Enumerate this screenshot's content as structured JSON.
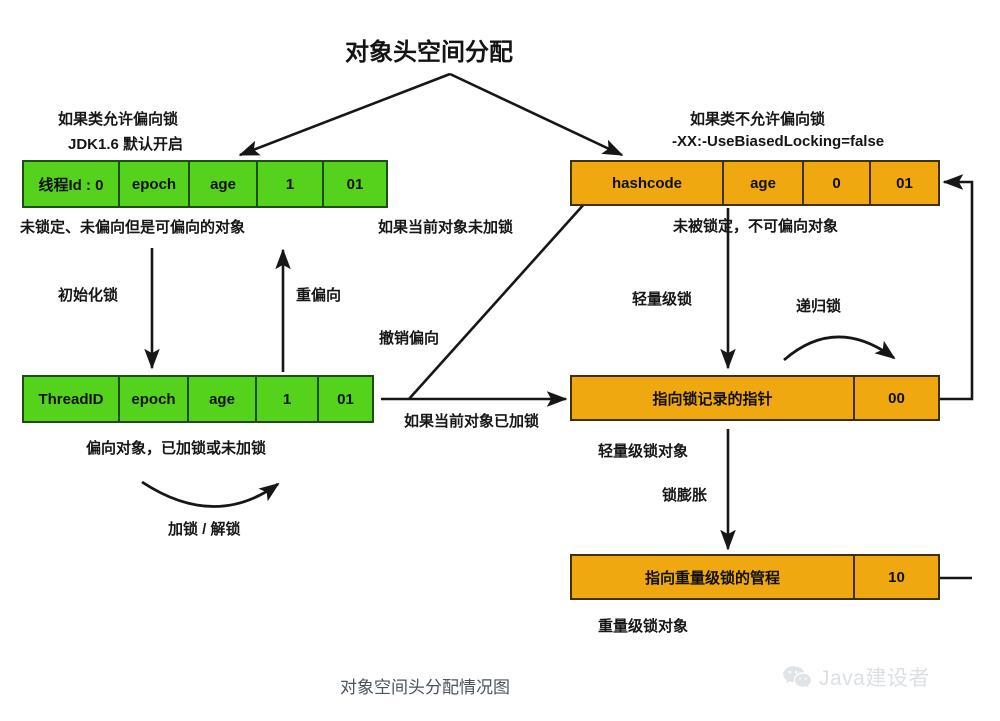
{
  "title": "对象头空间分配",
  "caption": "对象空间头分配情况图",
  "watermark": {
    "icon": "wechat-icon",
    "text": "Java建设者"
  },
  "colors": {
    "green_fill": "#55D21C",
    "green_border": "#1d4d10",
    "orange_fill": "#EFA80F",
    "orange_border": "#3f3000",
    "arrow": "#161616",
    "caption_text": "#4a545e"
  },
  "branches": {
    "left_heading_line1": "如果类允许偏向锁",
    "left_heading_line2": "JDK1.6 默认开启",
    "right_heading_line1": "如果类不允许偏向锁",
    "right_heading_line2": "-XX:-UseBiasedLocking=false"
  },
  "boxes": [
    {
      "id": "biasable-unlocked",
      "color": "green",
      "cells": [
        {
          "label": "线程Id : 0"
        },
        {
          "label": "epoch"
        },
        {
          "label": "age"
        },
        {
          "label": "1"
        },
        {
          "label": "01"
        }
      ],
      "caption": "未锁定、未偏向但是可偏向的对象"
    },
    {
      "id": "biased-object",
      "color": "green",
      "cells": [
        {
          "label": "ThreadID"
        },
        {
          "label": "epoch"
        },
        {
          "label": "age"
        },
        {
          "label": "1"
        },
        {
          "label": "01"
        }
      ],
      "caption": "偏向对象，已加锁或未加锁"
    },
    {
      "id": "unlocked-nonbiasable",
      "color": "orange",
      "cells": [
        {
          "label": "hashcode"
        },
        {
          "label": "age"
        },
        {
          "label": "0"
        },
        {
          "label": "01"
        }
      ],
      "caption": "未被锁定，不可偏向对象"
    },
    {
      "id": "lightweight-lock",
      "color": "orange",
      "cells": [
        {
          "label": "指向锁记录的指针"
        },
        {
          "label": "00"
        }
      ],
      "caption": "轻量级锁对象"
    },
    {
      "id": "heavyweight-lock",
      "color": "orange",
      "cells": [
        {
          "label": "指向重量级锁的管程"
        },
        {
          "label": "10"
        }
      ],
      "caption": "重量级锁对象"
    }
  ],
  "edge_labels": {
    "init_lock": "初始化锁",
    "rebias": "重偏向",
    "lock_unlock": "加锁 / 解锁",
    "revoke_bias": "撤销偏向",
    "if_unlocked": "如果当前对象未加锁",
    "if_locked": "如果当前对象已加锁",
    "lightweight_lock": "轻量级锁",
    "recursive_lock": "递归锁",
    "lock_inflation": "锁膨胀"
  }
}
